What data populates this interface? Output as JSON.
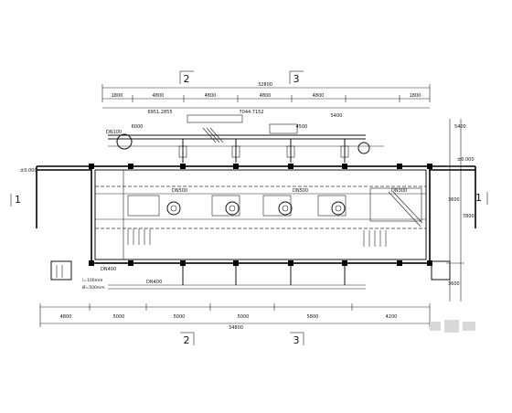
{
  "grid_markers": {
    "top": [
      "2",
      "3"
    ],
    "bottom": [
      "2",
      "3"
    ],
    "side": [
      "1",
      "1"
    ]
  },
  "top_dimensions": {
    "overall": "32800",
    "segments": [
      "1800",
      "4800",
      "4800",
      "4800",
      "4800",
      "1800"
    ],
    "lower_segments": [
      "6000",
      "4500",
      "5400"
    ]
  },
  "bottom_dimensions": {
    "segments": [
      "4800",
      "5000",
      "5000",
      "5000",
      "5800",
      "4200"
    ],
    "overall": "34800"
  },
  "right_dimensions": [
    "5400",
    "3600",
    "7800",
    "3600"
  ],
  "annotations": {
    "pipe_dn100": "DN100",
    "pipe_dn400": "DN400",
    "pipe_dn500_a": "DN500",
    "pipe_dn500_b": "DN500",
    "pipe_dn300": "DN300",
    "level_left": "±0.000",
    "level_right": "±0.000",
    "coord_a": "6951.2855",
    "coord_b": "7044.7152",
    "tube_note": "i=100mm",
    "bottom_note": "Ø=500mm"
  }
}
